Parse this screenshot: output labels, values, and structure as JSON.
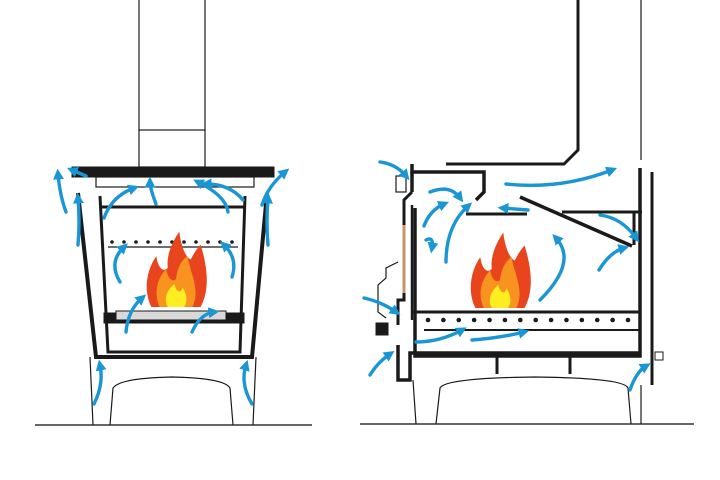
{
  "colors": {
    "background": "#ffffff",
    "outline": "#1a1a1a",
    "airflow": "#1b96d4",
    "flame_outer": "#e8451e",
    "flame_mid": "#f7931e",
    "flame_inner": "#fcee21",
    "grate_tray": "#d9d9d9",
    "door_glass": "#c8956b",
    "floor": "#333333"
  },
  "views": [
    {
      "id": "front",
      "depicts": "stove-front-view"
    },
    {
      "id": "side",
      "depicts": "stove-side-section-view"
    }
  ],
  "icons": [
    "airflow-arrow-icon",
    "flame-icon"
  ]
}
